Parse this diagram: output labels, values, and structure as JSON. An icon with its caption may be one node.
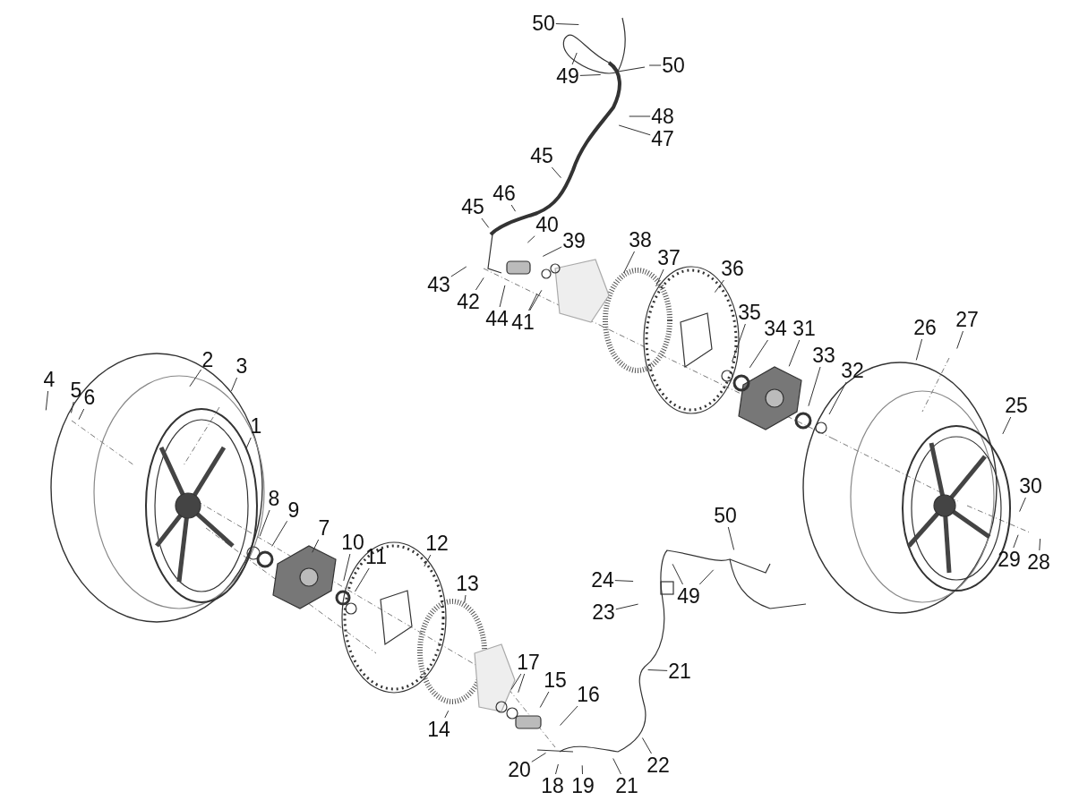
{
  "diagram": {
    "nodes": [
      {
        "text": [
          "50"
        ]
      },
      {
        "text": [
          "50"
        ]
      },
      {
        "text": [
          "49"
        ]
      },
      {
        "text": [
          "48"
        ]
      },
      {
        "text": [
          "47"
        ]
      },
      {
        "text": [
          "45"
        ]
      },
      {
        "text": [
          "46"
        ]
      },
      {
        "text": [
          "45"
        ]
      },
      {
        "text": [
          "40"
        ]
      },
      {
        "text": [
          "39"
        ]
      },
      {
        "text": [
          "38"
        ]
      },
      {
        "text": [
          "37"
        ]
      },
      {
        "text": [
          "43"
        ]
      },
      {
        "text": [
          "42"
        ]
      },
      {
        "text": [
          "44"
        ]
      },
      {
        "text": [
          "41"
        ]
      },
      {
        "text": [
          "36"
        ]
      },
      {
        "text": [
          "35"
        ]
      },
      {
        "text": [
          "34"
        ]
      },
      {
        "text": [
          "31"
        ]
      },
      {
        "text": [
          "33"
        ]
      },
      {
        "text": [
          "32"
        ]
      },
      {
        "text": [
          "26"
        ]
      },
      {
        "text": [
          "27"
        ]
      },
      {
        "text": [
          "2"
        ]
      },
      {
        "text": [
          "3"
        ]
      },
      {
        "text": [
          "4"
        ]
      },
      {
        "text": [
          "5"
        ]
      },
      {
        "text": [
          "6"
        ]
      },
      {
        "text": [
          "1"
        ]
      },
      {
        "text": [
          "25"
        ]
      },
      {
        "text": [
          "30"
        ]
      },
      {
        "text": [
          "8"
        ]
      },
      {
        "text": [
          "9"
        ]
      },
      {
        "text": [
          "7"
        ]
      },
      {
        "text": [
          "10"
        ]
      },
      {
        "text": [
          "11"
        ]
      },
      {
        "text": [
          "29"
        ]
      },
      {
        "text": [
          "28"
        ]
      },
      {
        "text": [
          "50"
        ]
      },
      {
        "text": [
          "12"
        ]
      },
      {
        "text": [
          "24"
        ]
      },
      {
        "text": [
          "49"
        ]
      },
      {
        "text": [
          "23"
        ]
      },
      {
        "text": [
          "13"
        ]
      },
      {
        "text": [
          "21"
        ]
      },
      {
        "text": [
          "17"
        ]
      },
      {
        "text": [
          "15"
        ]
      },
      {
        "text": [
          "16"
        ]
      },
      {
        "text": [
          "14"
        ]
      },
      {
        "text": [
          "22"
        ]
      },
      {
        "text": [
          "20"
        ]
      },
      {
        "text": [
          "18"
        ]
      },
      {
        "text": [
          "19"
        ]
      },
      {
        "text": [
          "21"
        ]
      }
    ],
    "edges": [
      {
        "from": 0,
        "to": null,
        "arrow": "none"
      },
      {
        "from": 1,
        "to": null,
        "arrow": "none"
      },
      {
        "from": 2,
        "to": null,
        "arrow": "none"
      },
      {
        "from": 2,
        "to": null,
        "arrow": "none"
      },
      {
        "from": 3,
        "to": null,
        "arrow": "none"
      },
      {
        "from": 4,
        "to": null,
        "arrow": "none"
      },
      {
        "from": 5,
        "to": null,
        "arrow": "none"
      },
      {
        "from": 6,
        "to": null,
        "arrow": "none"
      },
      {
        "from": 7,
        "to": null,
        "arrow": "none"
      },
      {
        "from": 8,
        "to": null,
        "arrow": "none"
      },
      {
        "from": 9,
        "to": null,
        "arrow": "none"
      },
      {
        "from": 10,
        "to": null,
        "arrow": "none"
      },
      {
        "from": 11,
        "to": null,
        "arrow": "none"
      },
      {
        "from": 12,
        "to": null,
        "arrow": "none"
      },
      {
        "from": 13,
        "to": null,
        "arrow": "none"
      },
      {
        "from": 14,
        "to": null,
        "arrow": "none"
      },
      {
        "from": 15,
        "to": null,
        "arrow": "none"
      },
      {
        "from": 15,
        "to": null,
        "arrow": "none"
      },
      {
        "from": 16,
        "to": null,
        "arrow": "none"
      },
      {
        "from": 17,
        "to": null,
        "arrow": "none"
      },
      {
        "from": 18,
        "to": null,
        "arrow": "none"
      },
      {
        "from": 19,
        "to": null,
        "arrow": "none"
      },
      {
        "from": 20,
        "to": null,
        "arrow": "none"
      },
      {
        "from": 21,
        "to": null,
        "arrow": "none"
      },
      {
        "from": 22,
        "to": null,
        "arrow": "none"
      },
      {
        "from": 23,
        "to": null,
        "arrow": "none"
      },
      {
        "from": 24,
        "to": null,
        "arrow": "none"
      },
      {
        "from": 25,
        "to": null,
        "arrow": "none"
      },
      {
        "from": 26,
        "to": null,
        "arrow": "none"
      },
      {
        "from": 27,
        "to": null,
        "arrow": "none"
      },
      {
        "from": 28,
        "to": null,
        "arrow": "none"
      },
      {
        "from": 29,
        "to": null,
        "arrow": "none"
      },
      {
        "from": 30,
        "to": null,
        "arrow": "none"
      },
      {
        "from": 31,
        "to": null,
        "arrow": "none"
      },
      {
        "from": 32,
        "to": null,
        "arrow": "none"
      },
      {
        "from": 33,
        "to": null,
        "arrow": "none"
      },
      {
        "from": 34,
        "to": null,
        "arrow": "none"
      },
      {
        "from": 35,
        "to": null,
        "arrow": "none"
      },
      {
        "from": 36,
        "to": null,
        "arrow": "none"
      },
      {
        "from": 37,
        "to": null,
        "arrow": "none"
      },
      {
        "from": 38,
        "to": null,
        "arrow": "none"
      },
      {
        "from": 39,
        "to": null,
        "arrow": "none"
      },
      {
        "from": 40,
        "to": null,
        "arrow": "none"
      },
      {
        "from": 41,
        "to": null,
        "arrow": "none"
      },
      {
        "from": 42,
        "to": null,
        "arrow": "none"
      },
      {
        "from": 42,
        "to": null,
        "arrow": "none"
      },
      {
        "from": 43,
        "to": null,
        "arrow": "none"
      },
      {
        "from": 44,
        "to": null,
        "arrow": "none"
      },
      {
        "from": 45,
        "to": null,
        "arrow": "none"
      },
      {
        "from": 46,
        "to": null,
        "arrow": "none"
      },
      {
        "from": 46,
        "to": null,
        "arrow": "none"
      },
      {
        "from": 47,
        "to": null,
        "arrow": "none"
      },
      {
        "from": 48,
        "to": null,
        "arrow": "none"
      },
      {
        "from": 49,
        "to": null,
        "arrow": "none"
      },
      {
        "from": 50,
        "to": null,
        "arrow": "none"
      },
      {
        "from": 51,
        "to": null,
        "arrow": "none"
      },
      {
        "from": 52,
        "to": null,
        "arrow": "none"
      },
      {
        "from": 53,
        "to": null,
        "arrow": "none"
      },
      {
        "from": 54,
        "to": null,
        "arrow": "none"
      }
    ]
  }
}
